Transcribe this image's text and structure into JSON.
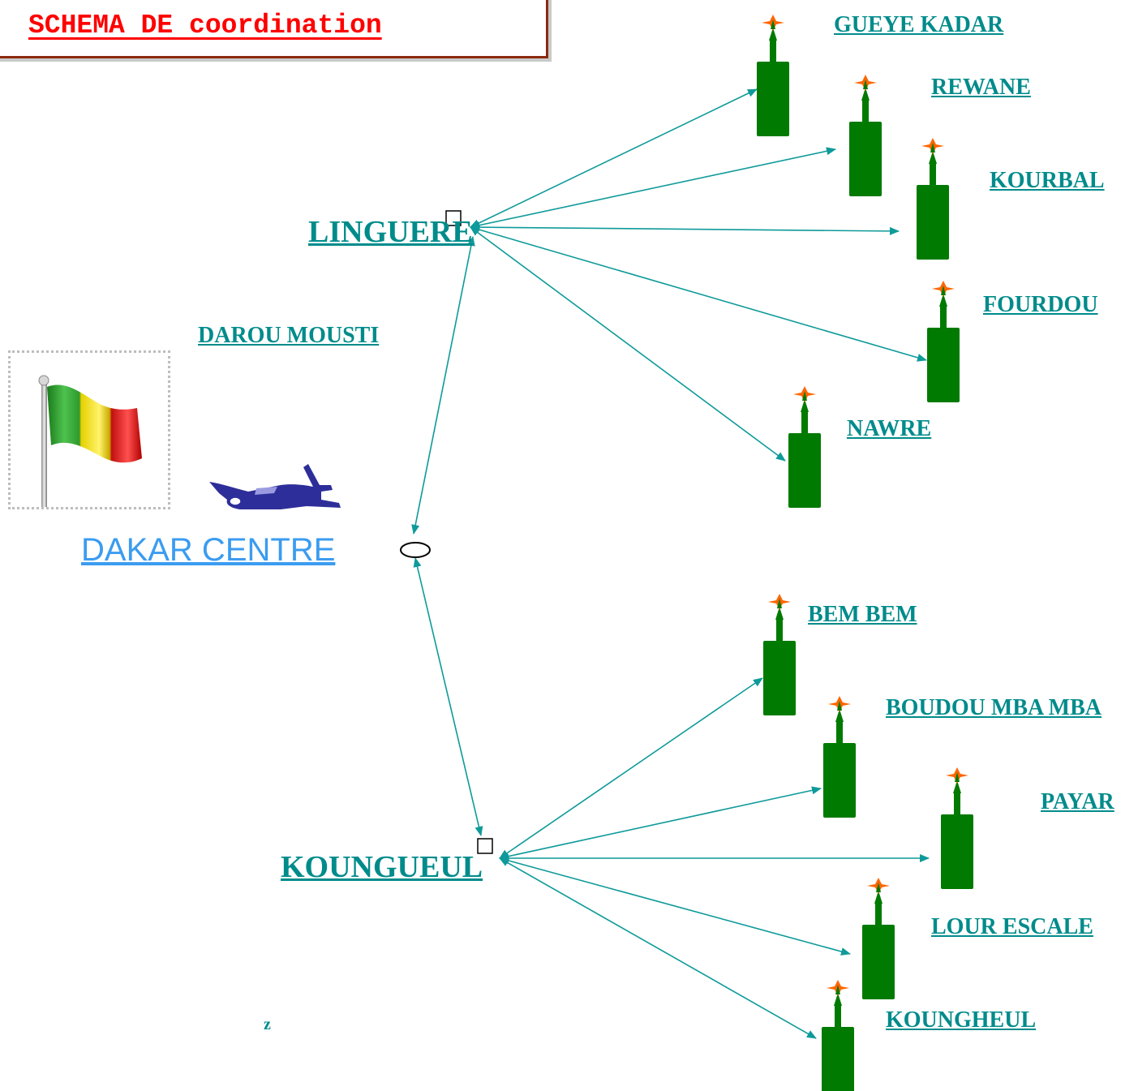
{
  "title": "SCHEMA DE coordination",
  "center": {
    "label": "DAKAR CENTRE"
  },
  "hubs": [
    {
      "id": "linguere",
      "label": "LINGUERE"
    },
    {
      "id": "koungueul",
      "label": "KOUNGUEUL"
    }
  ],
  "labels": {
    "darou": "DAROU MOUSTI",
    "stray": "z"
  },
  "sites": [
    {
      "label": "GUEYE KADAR",
      "hub": "linguere"
    },
    {
      "label": "REWANE",
      "hub": "linguere"
    },
    {
      "label": "KOURBAL",
      "hub": "linguere"
    },
    {
      "label": "FOURDOU",
      "hub": "linguere"
    },
    {
      "label": "NAWRE",
      "hub": "linguere"
    },
    {
      "label": "BEM BEM",
      "hub": "koungueul"
    },
    {
      "label": "BOUDOU MBA MBA",
      "hub": "koungueul"
    },
    {
      "label": "PAYAR",
      "hub": "koungueul"
    },
    {
      "label": "LOUR ESCALE",
      "hub": "koungueul"
    },
    {
      "label": "KOUNGHEUL",
      "hub": "koungueul"
    }
  ],
  "colors": {
    "title": "#ff0000",
    "labels": "#008b8b",
    "center_label": "#3b9cf0",
    "connector": "#0f9a9a",
    "antenna_body": "#007a00",
    "antenna_star": "#ff6600",
    "plane": "#2e2e9a"
  },
  "icons": {
    "antenna": "radio-antenna-icon",
    "plane": "airplane-icon",
    "flag": "flag-icon"
  }
}
